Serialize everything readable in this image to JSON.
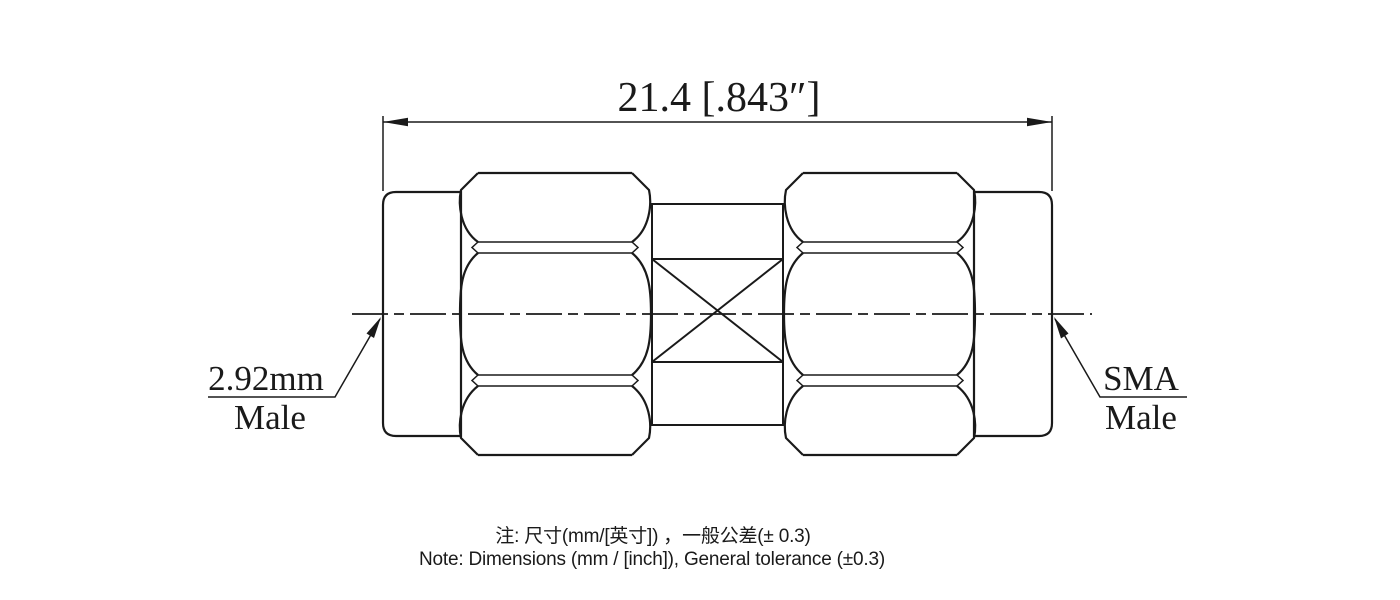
{
  "drawing": {
    "type": "technical-drawing",
    "part": "coaxial-adapter",
    "colors": {
      "line": "#1a1a1a",
      "background": "#ffffff"
    },
    "dimension": {
      "label": "21.4 [.843″]"
    },
    "left_connector": {
      "line1": "2.92mm",
      "line2": "Male"
    },
    "right_connector": {
      "line1": "SMA",
      "line2": "Male"
    },
    "notes": {
      "line1_zh": "注: 尺寸(mm/[英寸]) ，一般公差(± 0.3)",
      "line2_en": "Note: Dimensions (mm / [inch]), General tolerance (±0.3)"
    }
  }
}
